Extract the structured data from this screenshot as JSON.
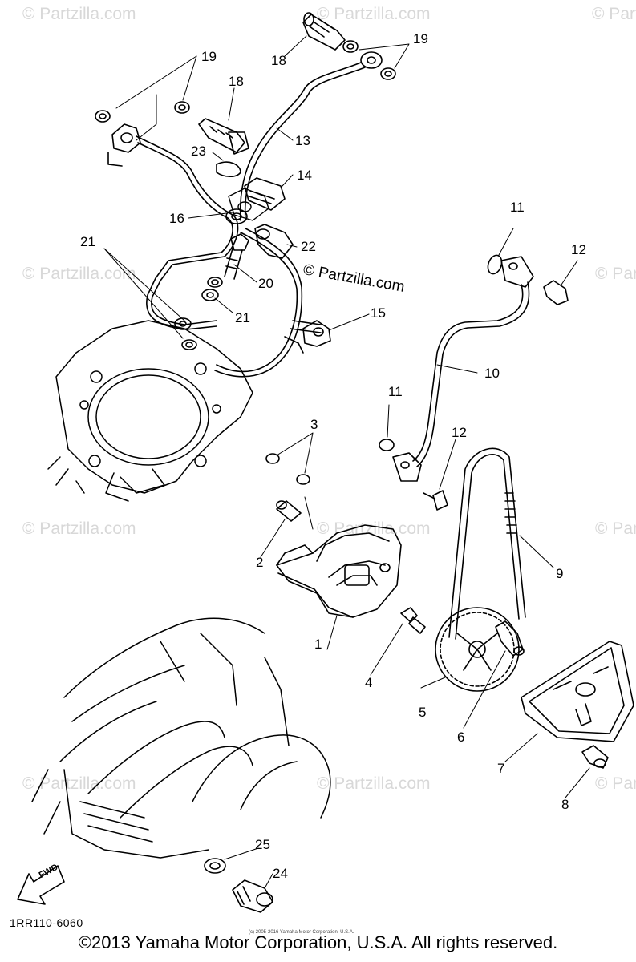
{
  "callouts": [
    "19",
    "18",
    "19",
    "18",
    "13",
    "23",
    "14",
    "16",
    "22",
    "21",
    "20",
    "21",
    "15",
    "11",
    "12",
    "10",
    "11",
    "3",
    "12",
    "2",
    "9",
    "1",
    "4",
    "5",
    "6",
    "7",
    "8",
    "25",
    "24"
  ],
  "watermarks": [
    "© Partzilla.com",
    "© Partzilla.com",
    "© Partzilla.com",
    "© Partzilla.com",
    "© Partzilla.com",
    "© Partzilla.com",
    "© Partzilla.com",
    "© Partzilla.com",
    "© Partzilla.com",
    "© Partzilla.com",
    "© Partzilla.com"
  ],
  "center_watermark": "© Partzilla.com",
  "part_code": "1RR110-6060",
  "fwd_label": "FWD",
  "small_copyright": "(c) 2005-2016 Yamaha Motor Corporation, U.S.A.",
  "footer": "©2013 Yamaha Motor Corporation, U.S.A. All rights reserved.",
  "colors": {
    "line": "#000000",
    "watermark": "#d8d8d8",
    "background": "#ffffff"
  }
}
